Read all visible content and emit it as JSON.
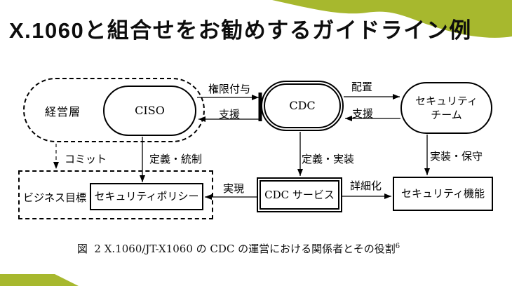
{
  "slide": {
    "title": "X.1060と組合せをお勧めするガイドライン例",
    "caption": "図  2 X.1060/JT-X1060 の CDC の運営における関係者とその役割",
    "caption_footnote": "6"
  },
  "colors": {
    "accent_green": "#a7b82e",
    "ink": "#000000"
  },
  "diagram": {
    "nodes": {
      "management": "経営層",
      "ciso": "CISO",
      "cdc": "CDC",
      "security_team_line1": "セキュリティ",
      "security_team_line2": "チーム",
      "business_goal": "ビジネス目標",
      "security_policy": "セキュリティポリシー",
      "cdc_service": "CDC サービス",
      "security_function": "セキュリティ機能"
    },
    "edge_labels": {
      "authorize": "権限付与",
      "support_left": "支援",
      "deploy": "配置",
      "support_right": "支援",
      "commit": "コミット",
      "define_control": "定義・統制",
      "define_implement": "定義・実装",
      "implement_maintain": "実装・保守",
      "realize": "実現",
      "refine": "詳細化"
    }
  }
}
